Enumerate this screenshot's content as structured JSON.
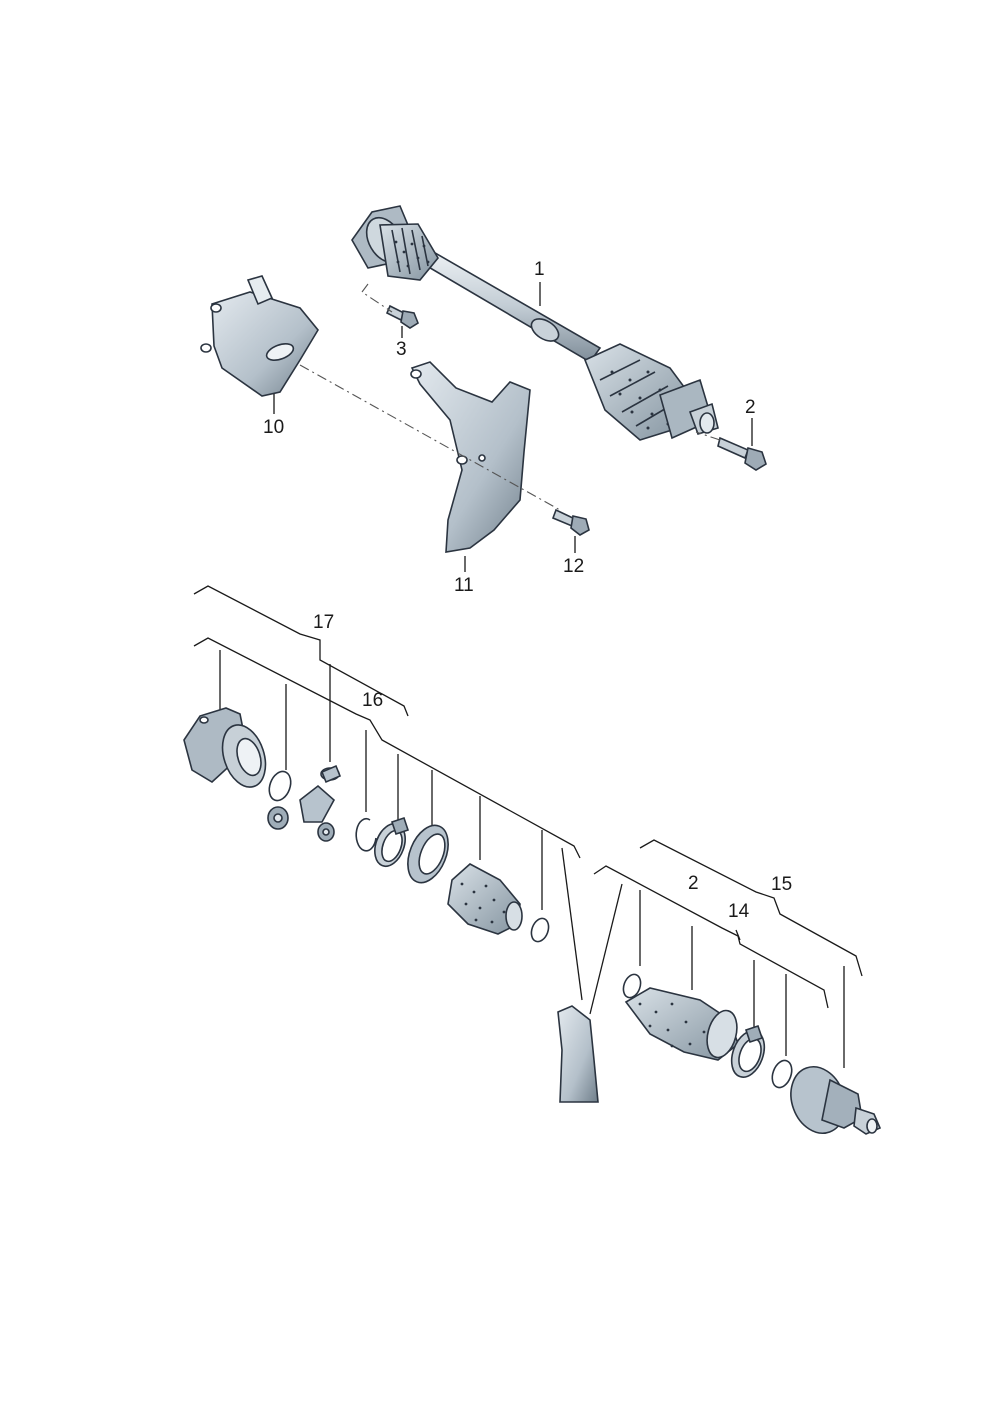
{
  "callouts": {
    "c1": "1",
    "c2a": "2",
    "c3": "3",
    "c10": "10",
    "c11": "11",
    "c12": "12",
    "c17": "17",
    "c16": "16",
    "c2b": "2",
    "c15": "15",
    "c14": "14"
  },
  "colors": {
    "part_fill_light": "#dfe6ec",
    "part_fill_mid": "#b7c3cd",
    "part_fill_dark": "#7f8d99",
    "outline": "#2b3440"
  }
}
